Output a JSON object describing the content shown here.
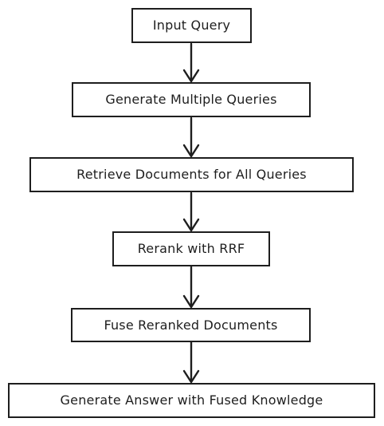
{
  "diagram": {
    "type": "vertical-flowchart",
    "stroke_color": "#1e1e1e",
    "background_color": "#ffffff",
    "nodes": [
      {
        "id": "input-query",
        "label": "Input Query"
      },
      {
        "id": "generate-multiple-queries",
        "label": "Generate Multiple Queries"
      },
      {
        "id": "retrieve-documents",
        "label": "Retrieve Documents for All Queries"
      },
      {
        "id": "rerank-rrf",
        "label": "Rerank with RRF"
      },
      {
        "id": "fuse-reranked-documents",
        "label": "Fuse Reranked Documents"
      },
      {
        "id": "generate-answer",
        "label": "Generate Answer with Fused Knowledge"
      }
    ],
    "edges": [
      {
        "from": "input-query",
        "to": "generate-multiple-queries"
      },
      {
        "from": "generate-multiple-queries",
        "to": "retrieve-documents"
      },
      {
        "from": "retrieve-documents",
        "to": "rerank-rrf"
      },
      {
        "from": "rerank-rrf",
        "to": "fuse-reranked-documents"
      },
      {
        "from": "fuse-reranked-documents",
        "to": "generate-answer"
      }
    ]
  }
}
